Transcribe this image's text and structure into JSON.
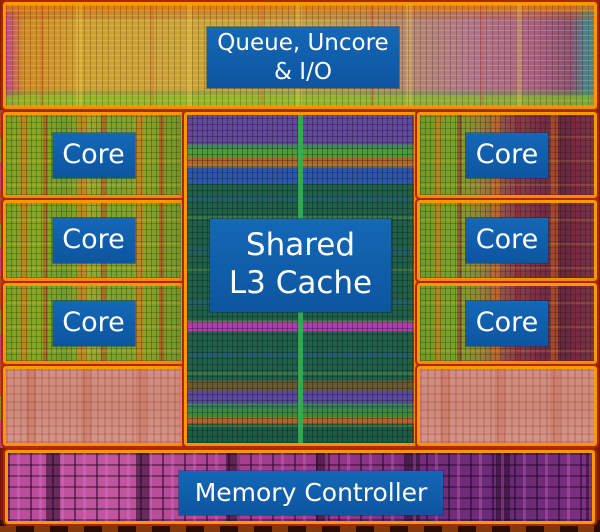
{
  "labels": {
    "uncore_line1": "Queue, Uncore",
    "uncore_line2": "& I/O",
    "core": "Core",
    "l3_line1": "Shared",
    "l3_line2": "L3 Cache",
    "memory": "Memory Controller"
  },
  "colors": {
    "label_box_blue": "#0e5fae",
    "label_text": "#ffffff",
    "region_outline_orange": "#ff9604",
    "seam_background": "#701504"
  },
  "regions": [
    {
      "name": "queue-uncore-io",
      "label": "Queue, Uncore & I/O"
    },
    {
      "name": "core-left-1",
      "label": "Core"
    },
    {
      "name": "core-left-2",
      "label": "Core"
    },
    {
      "name": "core-left-3",
      "label": "Core"
    },
    {
      "name": "shared-l3-cache",
      "label": "Shared L3 Cache"
    },
    {
      "name": "core-right-1",
      "label": "Core"
    },
    {
      "name": "core-right-2",
      "label": "Core"
    },
    {
      "name": "core-right-3",
      "label": "Core"
    },
    {
      "name": "unlabeled-block-left",
      "label": ""
    },
    {
      "name": "unlabeled-block-right",
      "label": ""
    },
    {
      "name": "memory-controller",
      "label": "Memory Controller"
    }
  ]
}
